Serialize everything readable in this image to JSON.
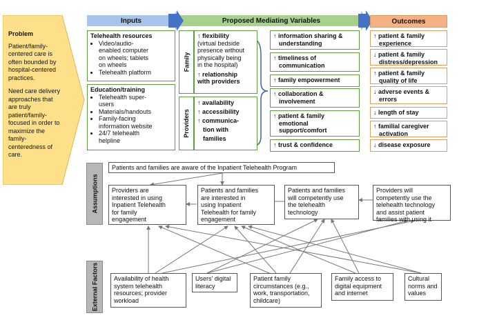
{
  "problem": {
    "title": "Problem",
    "para1": [
      "Patient/family-",
      "centered care is",
      "often bounded by",
      "hospital-centered",
      "practices."
    ],
    "para2": [
      "Need care delivery",
      "approaches that",
      "are truly",
      "patient/family-",
      "focused in order to",
      "maximize the",
      "family-",
      "centeredness of",
      "care."
    ]
  },
  "headers": {
    "inputs": "Inputs",
    "mediating": "Proposed Mediating Variables",
    "outcomes": "Outcomes"
  },
  "inputs": {
    "telehealth": {
      "title": "Telehealth resources",
      "items": [
        [
          "Video/audio-",
          "enabled computer",
          "on wheels; tablets",
          "on wheels"
        ],
        [
          "Telehealth platform"
        ]
      ]
    },
    "education": {
      "title": "Education/training",
      "items": [
        [
          "Telehealth super-",
          "users"
        ],
        [
          "Materials/handouts"
        ],
        [
          "Family-facing",
          "information website"
        ],
        [
          "24/7 telehealth",
          "helpline"
        ]
      ]
    }
  },
  "mediating": {
    "family_label": "Family",
    "providers_label": "Providers",
    "family_items": [
      {
        "lines": [
          "↑ flexibility"
        ],
        "bold": true
      },
      {
        "lines": [
          "(virtual bedside",
          "presence without",
          "physically being",
          "in the hospital)"
        ],
        "bold": false
      },
      {
        "lines": [
          "↑ relationship",
          "with providers"
        ],
        "bold": true
      }
    ],
    "provider_items": [
      [
        "↑ availability"
      ],
      [
        "↑ accessibility"
      ],
      [
        "↑ communica-",
        "tion with",
        "families"
      ]
    ],
    "right_items": [
      [
        "↑ information sharing &",
        "understanding"
      ],
      [
        "↑ timeliness of",
        "communication"
      ],
      [
        "↑ family empowerment"
      ],
      [
        "↑ collaboration &",
        "involvement"
      ],
      [
        "↑ patient & family",
        "emotional",
        "support/comfort"
      ],
      [
        "↑ trust & confidence"
      ]
    ]
  },
  "outcomes": [
    [
      "↑ patient & family",
      "experience"
    ],
    [
      "↓ patient & family",
      "distress/depression"
    ],
    [
      "↑ patient & family",
      "quality of life"
    ],
    [
      "↓ adverse events &",
      "errors"
    ],
    [
      "↓ length of stay"
    ],
    [
      "↑ familial caregiver",
      "activation"
    ],
    [
      "↓ disease exposure"
    ]
  ],
  "assumptions": {
    "label": "Assumptions",
    "top": "Patients and families are aware of the Inpatient Telehealth Program",
    "items": [
      [
        "Providers are",
        "interested in using",
        "Inpatient Telehealth",
        "for family",
        "engagement"
      ],
      [
        "Patients and families",
        "are interested in",
        "using Inpatient",
        "Telehealth for family",
        "engagement"
      ],
      [
        "Patients and families",
        "will competently use",
        "the telehealth",
        "technology"
      ],
      [
        "Providers will",
        "competently use the",
        "telehealth technology",
        "and assist patient",
        "families with using it"
      ]
    ]
  },
  "external": {
    "label": "External Factors",
    "items": [
      [
        "Availability of health",
        "system telehealth",
        "resources; provider",
        "workload"
      ],
      [
        "Users' digital",
        "literacy"
      ],
      [
        "Patient family",
        "circumstances (e.g.,",
        "work, transportation,",
        "childcare)"
      ],
      [
        "Family access to",
        "digital equipment",
        "and internet"
      ],
      [
        "Cultural",
        "norms and",
        "values"
      ]
    ]
  },
  "colors": {
    "inputs_header": "#a9c4ea",
    "mediating_header": "#a9d18e",
    "outcomes_header": "#f4b183",
    "problem_bg": "#ffe08a",
    "green_border": "#5a9e3a",
    "orange_border": "#e39a5c",
    "arrow_blue": "#4472c4",
    "arrow_gray": "#777777"
  }
}
